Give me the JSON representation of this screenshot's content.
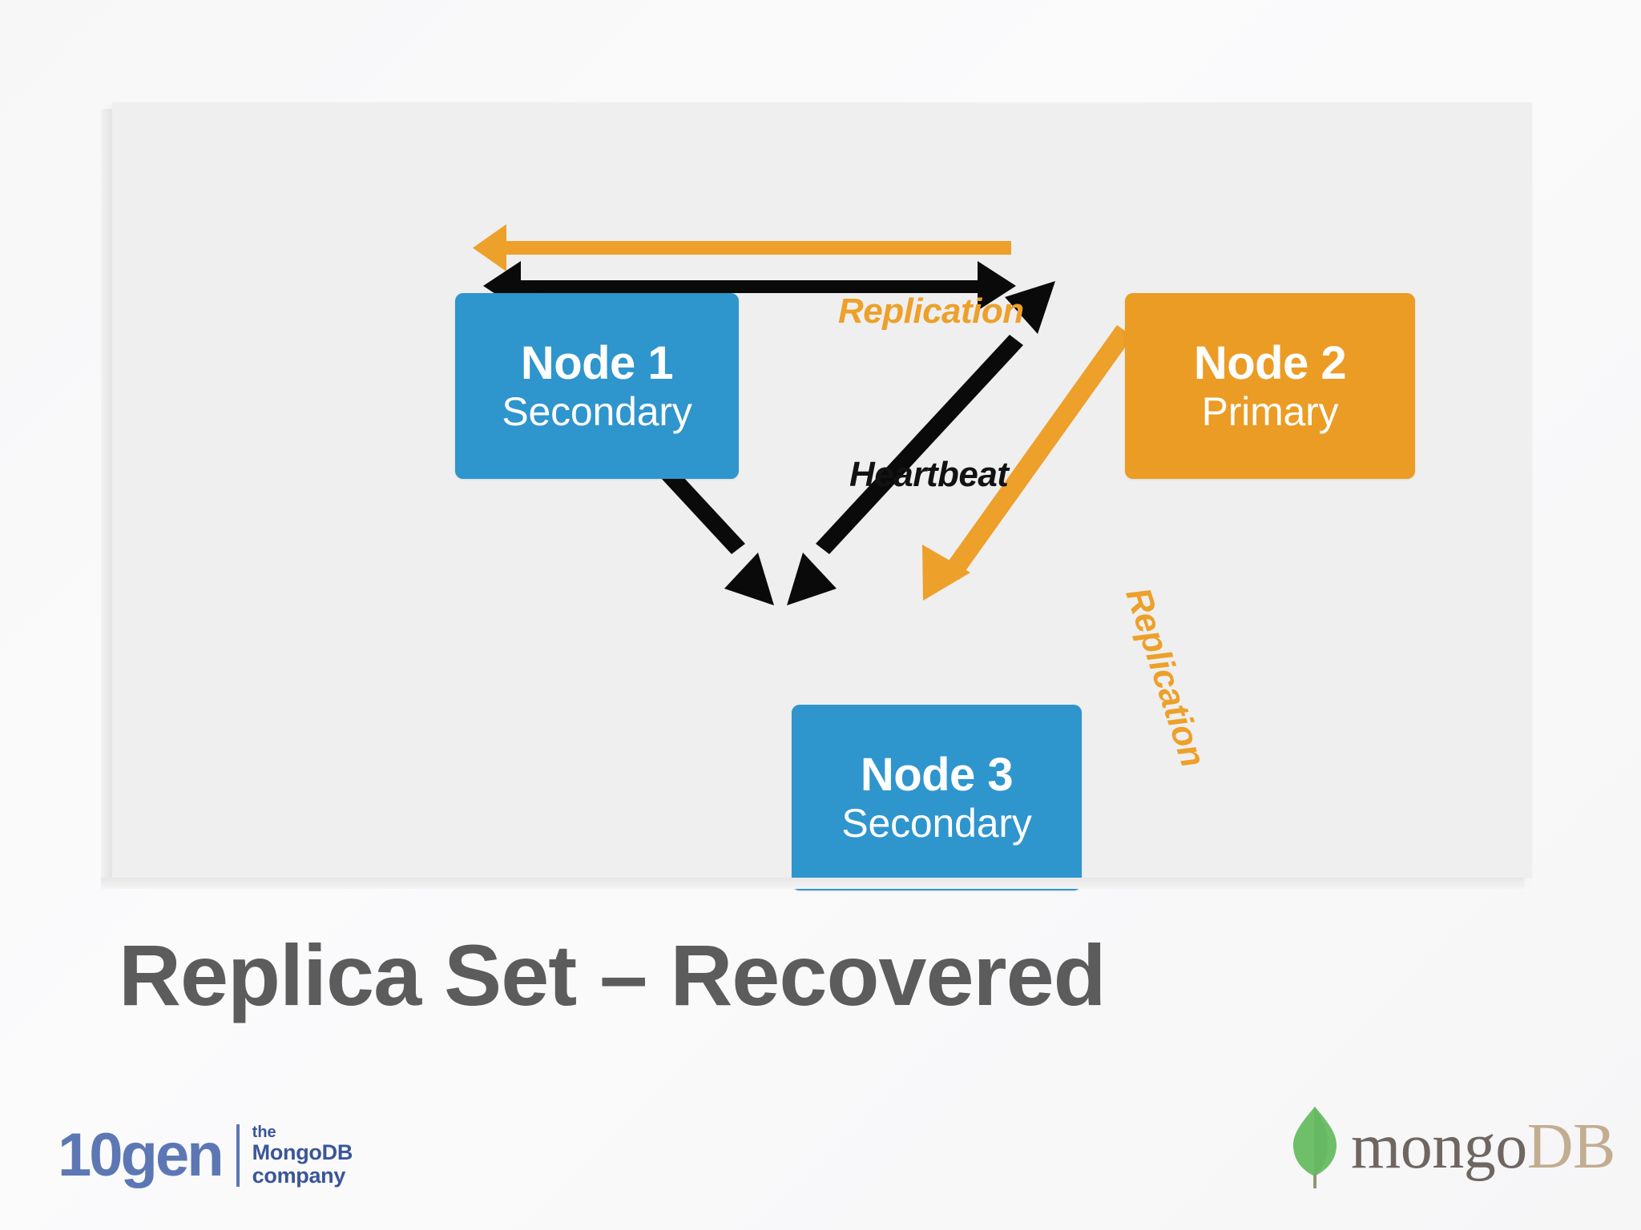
{
  "slide": {
    "title": "Replica Set – Recovered",
    "background_color": "#efefef",
    "page_background": "#f7f7f8"
  },
  "diagram": {
    "type": "replica-set-topology",
    "nodes": [
      {
        "id": "node-1",
        "name": "Node 1",
        "role": "Secondary",
        "color": "#2f95cd",
        "position": "top-left"
      },
      {
        "id": "node-2",
        "name": "Node 2",
        "role": "Primary",
        "color": "#eb9c24",
        "position": "top-right"
      },
      {
        "id": "node-3",
        "name": "Node 3",
        "role": "Secondary",
        "color": "#2f95cd",
        "position": "bottom-center"
      }
    ],
    "connections": [
      {
        "id": "replication-2-to-1",
        "label": "Replication",
        "from": "Node 2",
        "to": "Node 1",
        "style": "single-arrow",
        "color": "#eda02a"
      },
      {
        "id": "heartbeat-1-2",
        "label": "Heartbeat",
        "from": "Node 1",
        "to": "Node 2",
        "style": "double-arrow",
        "color": "#000000"
      },
      {
        "id": "heartbeat-1-3",
        "label": "",
        "from": "Node 1",
        "to": "Node 3",
        "style": "double-arrow",
        "color": "#000000"
      },
      {
        "id": "heartbeat-2-3",
        "label": "",
        "from": "Node 2",
        "to": "Node 3",
        "style": "double-arrow",
        "color": "#000000"
      },
      {
        "id": "replication-2-to-3",
        "label": "Replication",
        "from": "Node 2",
        "to": "Node 3",
        "style": "single-arrow",
        "color": "#eda02a"
      }
    ],
    "labels": {
      "replication_horizontal": "Replication",
      "heartbeat": "Heartbeat",
      "replication_diagonal": "Replication"
    }
  },
  "footer": {
    "tengen": {
      "wordmark": "10gen",
      "tagline_line1": "the",
      "tagline_line2": "MongoDB",
      "tagline_line3": "company",
      "color": "#5c77b4"
    },
    "mongodb": {
      "word_mongo": "mongo",
      "word_db": "DB",
      "leaf_color": "#6fbf6a",
      "mongo_color": "#6f6661",
      "db_color": "#c2ad91"
    }
  }
}
